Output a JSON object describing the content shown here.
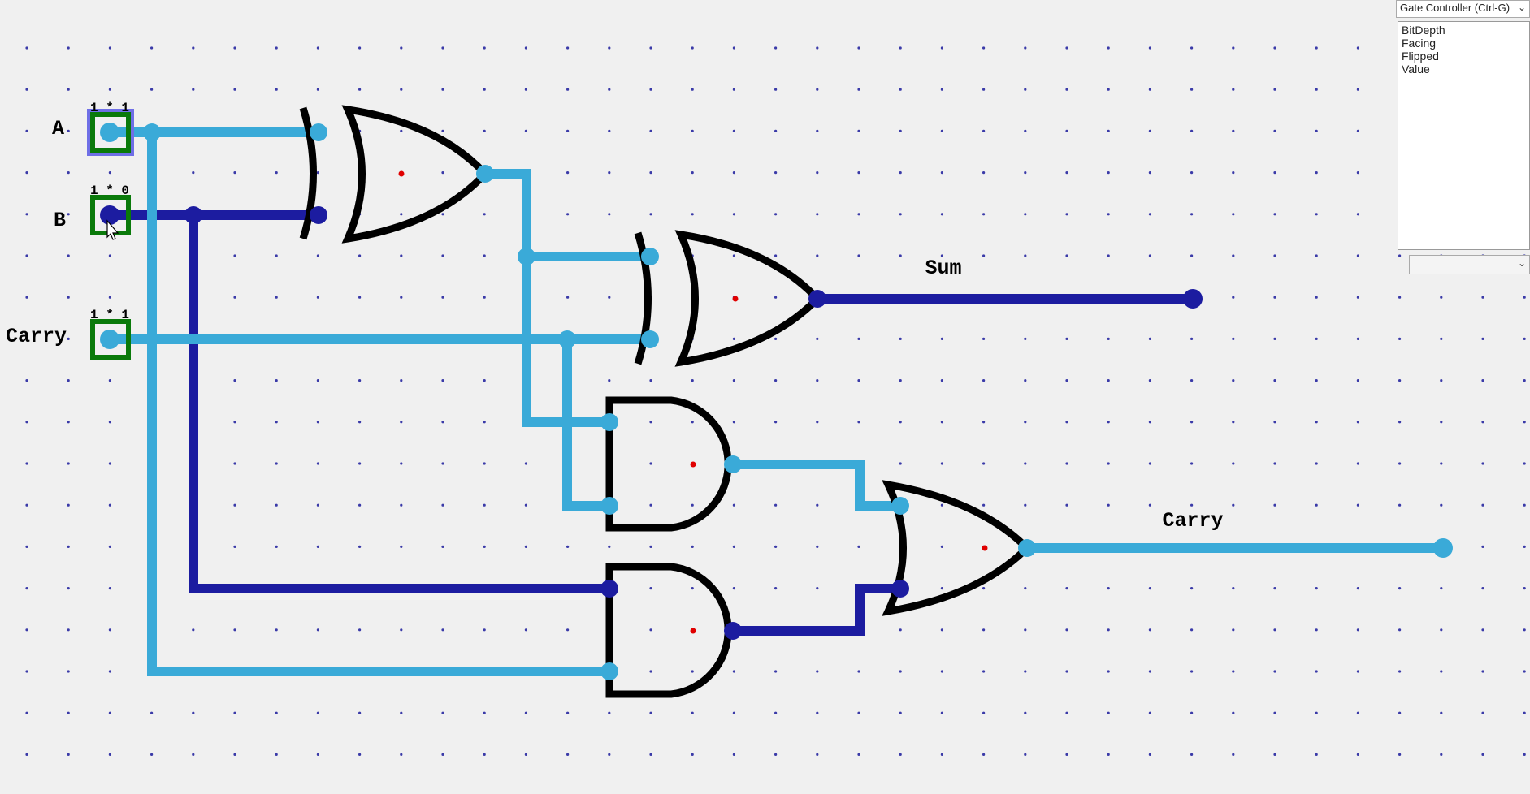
{
  "inputs": [
    {
      "name": "A",
      "header": "1 * 1",
      "state": 1
    },
    {
      "name": "B",
      "header": "1 * 0",
      "state": 0
    },
    {
      "name": "Carry",
      "header": "1 * 1",
      "state": 1
    }
  ],
  "outputs": [
    {
      "name": "Sum",
      "state": 0
    },
    {
      "name": "Carry",
      "state": 1
    }
  ],
  "gates": [
    "xor",
    "xor",
    "and",
    "and",
    "or"
  ],
  "colors": {
    "wire_on": "#3aaad8",
    "wire_off": "#1c1ca0",
    "gate": "#000000",
    "input_border": "#0a7a0a",
    "selection": "#6f6fe6",
    "grid_dot": "#3a3aa8",
    "gate_center": "#e00000",
    "background": "#f0f0f0"
  },
  "panel": {
    "title": "Gate Controller (Ctrl-G)",
    "properties": [
      "BitDepth",
      "Facing",
      "Flipped",
      "Value"
    ],
    "value_selected": ""
  }
}
